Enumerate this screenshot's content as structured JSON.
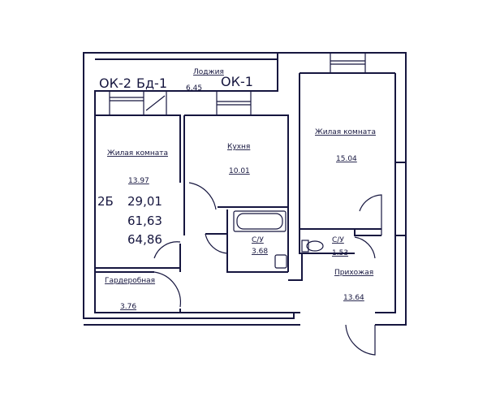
{
  "plan": {
    "loggia": {
      "name": "Лоджия",
      "area": "6.45"
    },
    "window_left": "ОК-2",
    "door_balcony": "Бд-1",
    "window_kitchen": "ОК-1",
    "living_room_1": {
      "name": "Жилая комната",
      "area": "13.97"
    },
    "kitchen": {
      "name": "Кухня",
      "area": "10.01"
    },
    "living_room_2": {
      "name": "Жилая комната",
      "area": "15.04"
    },
    "bathroom_1": {
      "name": "С/У",
      "area": "3.68"
    },
    "bathroom_2": {
      "name": "С/У",
      "area": "1.53"
    },
    "wardrobe": {
      "name": "Гардеробная",
      "area": "3.76"
    },
    "hallway": {
      "name": "Прихожая",
      "area": "13.64"
    },
    "apartment_type": "2Б",
    "living_area": "29,01",
    "total_area": "61,63",
    "total_area_with_loggia": "64,86"
  }
}
